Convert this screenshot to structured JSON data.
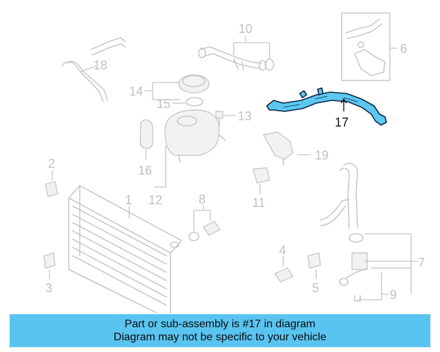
{
  "callouts": {
    "c1": "1",
    "c2": "2",
    "c3": "3",
    "c4": "4",
    "c5": "5",
    "c6": "6",
    "c7": "7",
    "c8": "8",
    "c9": "9",
    "c10": "10",
    "c11": "11",
    "c12": "12",
    "c13": "13",
    "c14": "14",
    "c15": "15",
    "c16": "16",
    "c17": "17",
    "c18": "18",
    "c19": "19"
  },
  "highlighted_part": "17",
  "banner": {
    "line1": "Part or sub-assembly is #17 in diagram",
    "line2": "Diagram may not be specific to your vehicle"
  },
  "colors": {
    "highlight": "#5cc8f0",
    "banner_bg": "#5ac4f0",
    "faded_parts": "#c8c8c8"
  }
}
